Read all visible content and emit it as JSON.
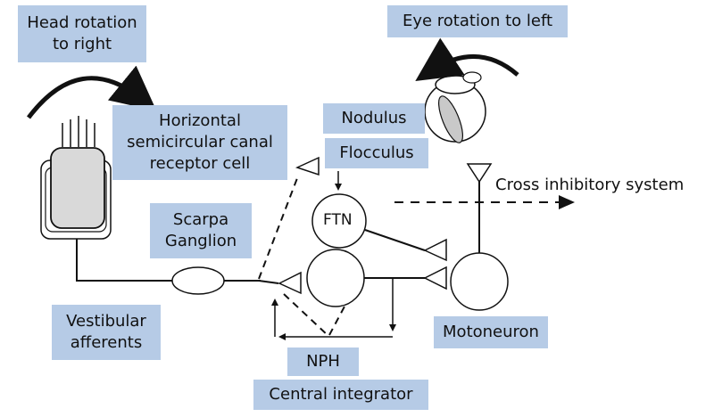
{
  "labels": {
    "head_rotation": "Head rotation\nto right",
    "eye_rotation": "Eye rotation to left",
    "canal_receptor": "Horizontal\nsemicircular canal\nreceptor cell",
    "nodulus": "Nodulus",
    "flocculus": "Flocculus",
    "cross_inhibitory": "Cross inhibitory system",
    "scarpa_ganglion": "Scarpa\nGanglion",
    "ftn": "FTN",
    "vestibular_afferents": "Vestibular\nafferents",
    "motoneuron": "Motoneuron",
    "nph": "NPH",
    "central_integrator": "Central integrator"
  },
  "colors": {
    "label_fill": "#b6cbe6",
    "line": "#111111",
    "cell_fill": "#d9d9d9",
    "eye_lens_fill": "#c9c9c9"
  }
}
